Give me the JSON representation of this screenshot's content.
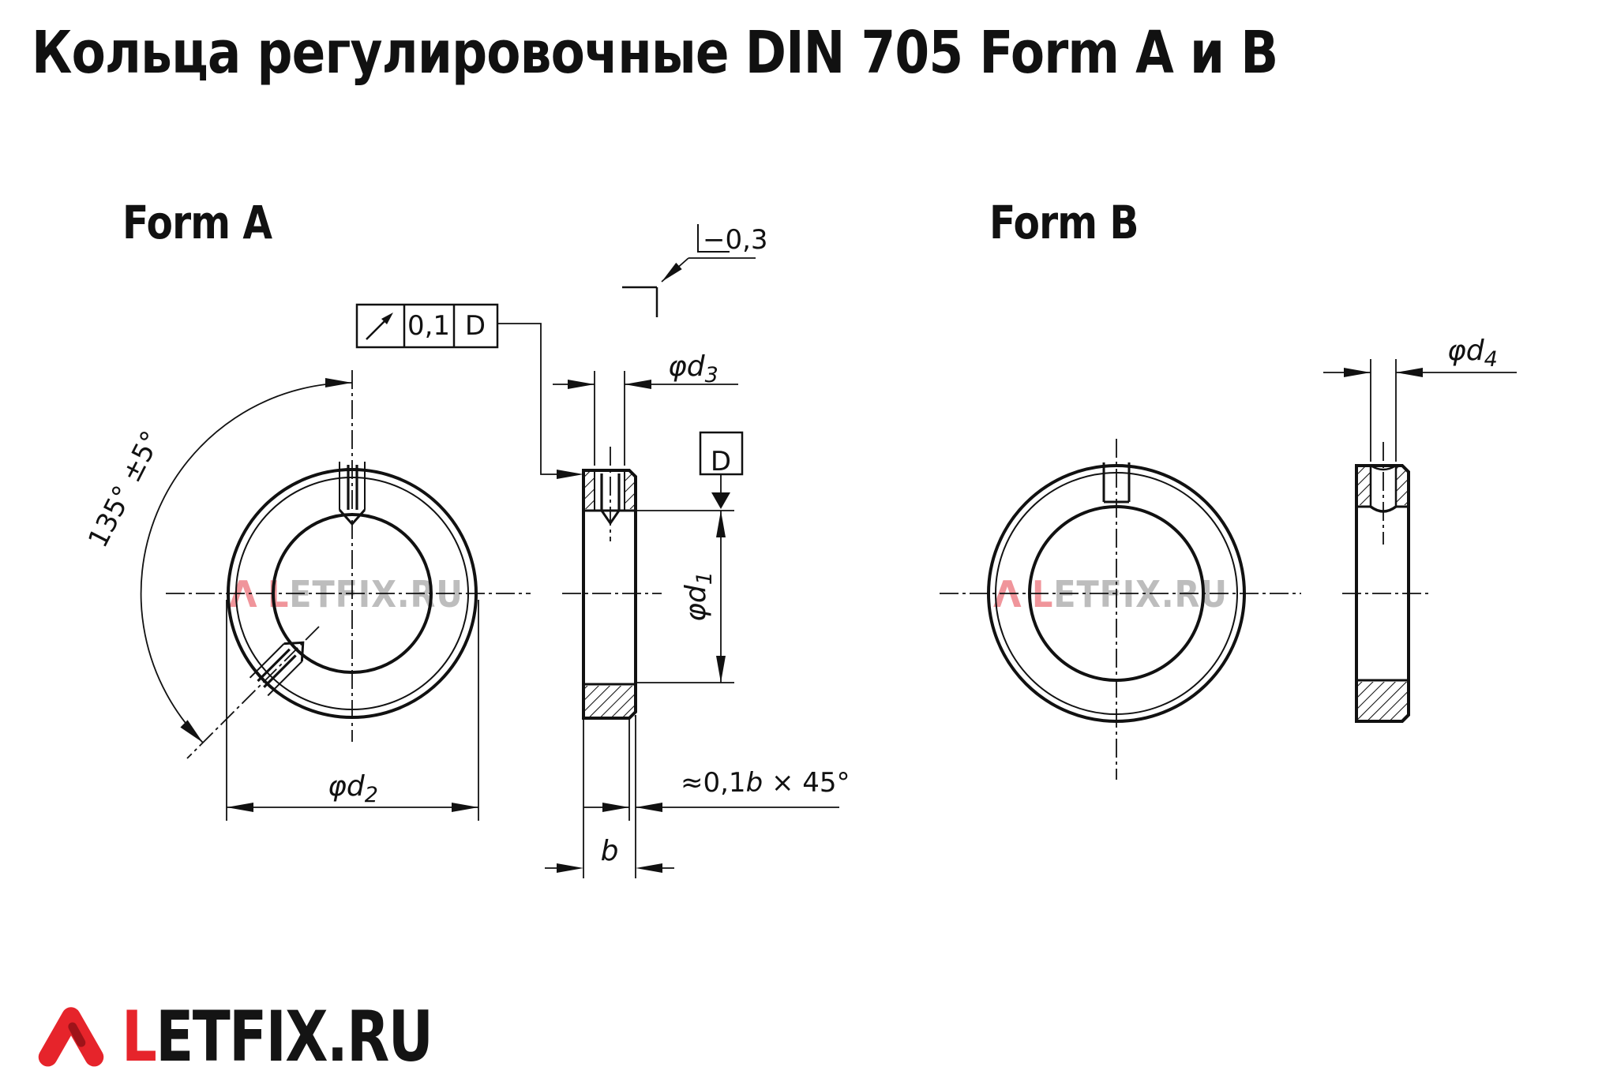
{
  "title": "Кольца регулировочные DIN 705 Form A и B",
  "views": {
    "form_a": {
      "label": "Form A"
    },
    "form_b": {
      "label": "Form B"
    }
  },
  "dims": {
    "d1": {
      "base": "φd",
      "sub": "1"
    },
    "d2": {
      "base": "φd",
      "sub": "2"
    },
    "d3": {
      "base": "φd",
      "sub": "3"
    },
    "d4": {
      "base": "φd",
      "sub": "4"
    },
    "b": "b",
    "chamfer": {
      "prefix": "≈0,1",
      "var": "b",
      "suffix": " × 45°"
    },
    "angle": "135° ±5°"
  },
  "callout": {
    "runout_symbol": "circular-runout-arrow",
    "tolerance": "0,1",
    "datum_ref": "D"
  },
  "datum_feature": "D",
  "edge_note": "−0,3",
  "watermark": {
    "mark": "Λ",
    "lead": "L",
    "rest": "ETFIX.RU"
  },
  "logo": {
    "lead": "L",
    "rest": "ETFIX.RU"
  },
  "colors": {
    "ink": "#111111",
    "logo_red": "#e6242b",
    "watermark_red": "#f0959b",
    "watermark_gray": "#bdbdbd"
  }
}
